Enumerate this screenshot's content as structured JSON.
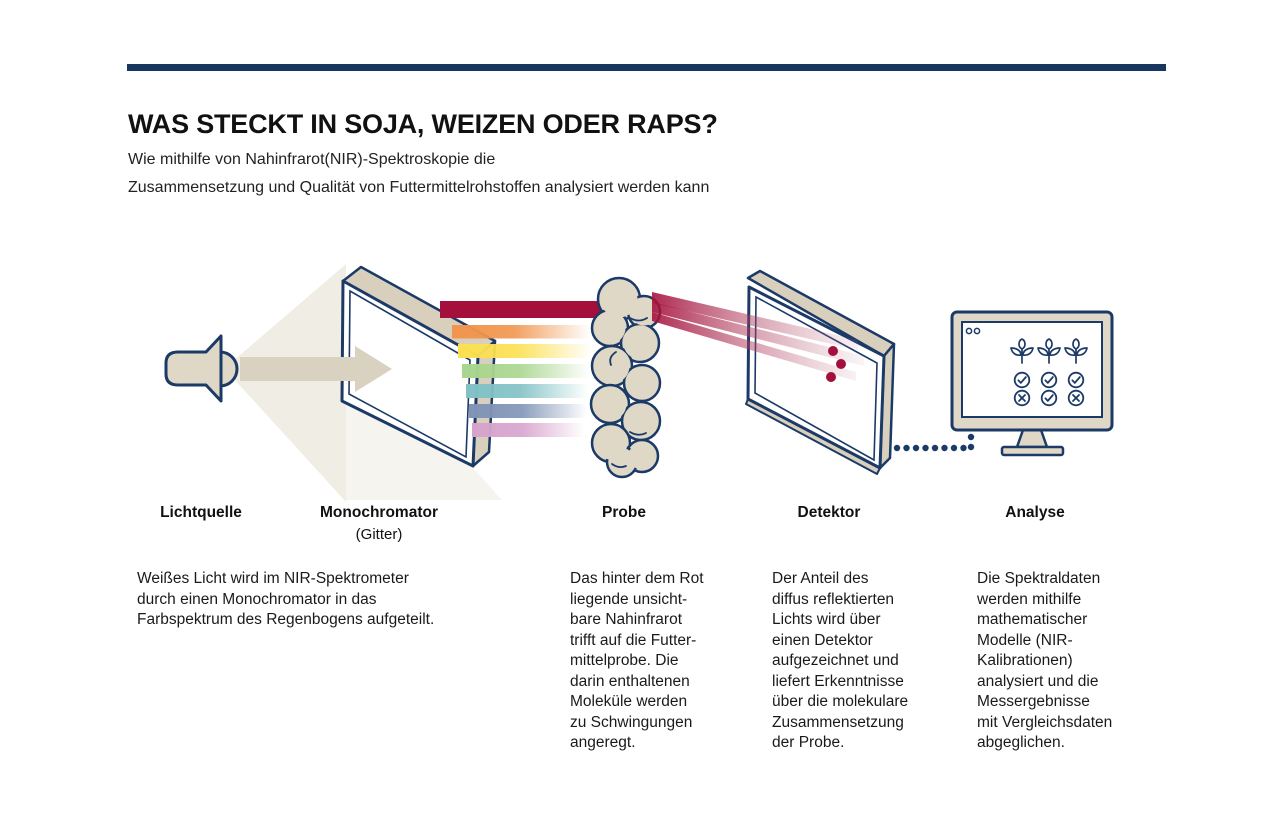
{
  "header": {
    "title": "WAS STECKT IN SOJA, WEIZEN ODER RAPS?",
    "subtitle_line1": "Wie mithilfe von Nahinfrarot(NIR)-Spektroskopie die",
    "subtitle_line2": "Zusammensetzung und Qualität von Futtermittelrohstoffen analysiert werden kann"
  },
  "stages": [
    {
      "label": "Lichtquelle",
      "description": "Weißes Licht wird im NIR-Spektrometer\ndurch einen Monochromator in das\nFarbspektrum des Regenbogens aufgeteilt."
    },
    {
      "label": "Monochromator",
      "sublabel": "(Gitter)"
    },
    {
      "label": "Probe",
      "description": "Das hinter dem Rot\nliegende unsicht-\nbare Nahinfrarot\ntrifft auf die Futter-\nmittelprobe. Die\ndarin enthaltenen\nMoleküle werden\nzu Schwingungen\nangeregt."
    },
    {
      "label": "Detektor",
      "description": "Der Anteil des\ndiffus reflektierten\nLichts wird über\neinen Detektor\naufgezeichnet und\nliefert Erkenntnisse\nüber die molekulare\nZusammensetzung\nder Probe."
    },
    {
      "label": "Analyse",
      "description": "Die Spektraldaten\nwerden mithilfe\nmathematischer\nModelle (NIR-\nKalibrationen)\nanalysiert und die\nMessergebnisse\nmit Vergleichsdaten\nabgeglichen."
    }
  ],
  "diagram": {
    "monitor_results": [
      [
        "check",
        "check",
        "check"
      ],
      [
        "cross",
        "check",
        "cross"
      ]
    ],
    "icon_names": [
      "lamp-icon",
      "light-arrow-icon",
      "monochromator-panel-icon",
      "spectrum-bands-icon",
      "sample-cloud-icon",
      "detector-panel-icon",
      "reflected-beams-icon",
      "signal-dots-icon",
      "dotted-connector",
      "monitor-icon",
      "plant-icon",
      "check-icon",
      "cross-icon"
    ],
    "colors": {
      "top_bar": "#17375E",
      "outline_navy": "#1C3A67",
      "beige": "#DFD8C7",
      "beige_dark": "#D8D0BD",
      "light_beam": "#F0EDE4",
      "crimson": "#A50F3B",
      "spectrum": [
        "#A50F3B",
        "#F0954E",
        "#FBE051",
        "#A9D58E",
        "#82C1C5",
        "#8094B6",
        "#D7A3CC"
      ],
      "text": "#1A1A1A"
    }
  }
}
